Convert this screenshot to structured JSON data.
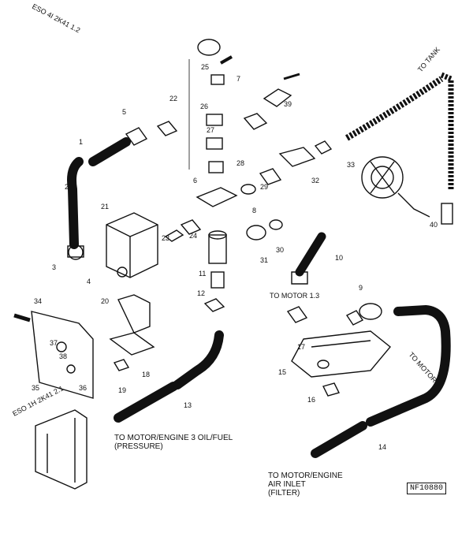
{
  "corner_code": "ESO 4I 2K41 1.2",
  "side_code": "ESO 1H 2K41 2.1",
  "footnote_left": {
    "line1": "TO MOTOR/ENGINE 3 OIL/FUEL",
    "line2": "(PRESSURE)"
  },
  "footnote_right": {
    "line1": "TO MOTOR/ENGINE",
    "line2": "AIR INLET",
    "line3": "(FILTER)"
  },
  "small_note": "TO MOTOR 1.3",
  "right_note": "TO MOTOR 2",
  "top_right_note": "TO TANK",
  "figure_ref": "NF10880",
  "callouts": [
    "1",
    "2",
    "3",
    "4",
    "5",
    "6",
    "7",
    "8",
    "9",
    "10",
    "11",
    "12",
    "13",
    "14",
    "15",
    "16",
    "17",
    "18",
    "19",
    "20",
    "21",
    "22",
    "23",
    "24",
    "25",
    "26",
    "27",
    "28",
    "29",
    "30",
    "31",
    "32",
    "33",
    "34",
    "35",
    "36",
    "37",
    "38",
    "39",
    "40"
  ]
}
